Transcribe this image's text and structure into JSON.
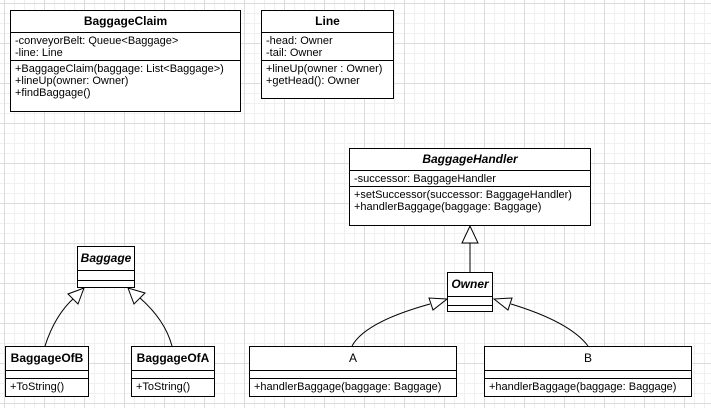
{
  "classes": {
    "baggage_claim": {
      "name": "BaggageClaim",
      "attributes": [
        "-conveyorBelt: Queue<Baggage>",
        "-line: Line"
      ],
      "operations": [
        "+BaggageClaim(baggage: List<Baggage>)",
        "+lineUp(owner: Owner)",
        "+findBaggage()"
      ]
    },
    "line": {
      "name": "Line",
      "attributes": [
        "-head: Owner",
        "-tail: Owner"
      ],
      "operations": [
        "+lineUp(owner : Owner)",
        "+getHead(): Owner"
      ]
    },
    "baggage_handler": {
      "name": "BaggageHandler",
      "attributes": [
        "-successor: BaggageHandler"
      ],
      "operations": [
        "+setSuccessor(successor: BaggageHandler)",
        "+handlerBaggage(baggage: Baggage)"
      ]
    },
    "baggage": {
      "name": "Baggage"
    },
    "owner": {
      "name": "Owner"
    },
    "baggage_of_b": {
      "name": "BaggageOfB",
      "operations": [
        "+ToString()"
      ]
    },
    "baggage_of_a": {
      "name": "BaggageOfA",
      "operations": [
        "+ToString()"
      ]
    },
    "class_a": {
      "name": "A",
      "operations": [
        "+handlerBaggage(baggage: Baggage)"
      ]
    },
    "class_b": {
      "name": "B",
      "operations": [
        "+handlerBaggage(baggage: Baggage)"
      ]
    }
  }
}
